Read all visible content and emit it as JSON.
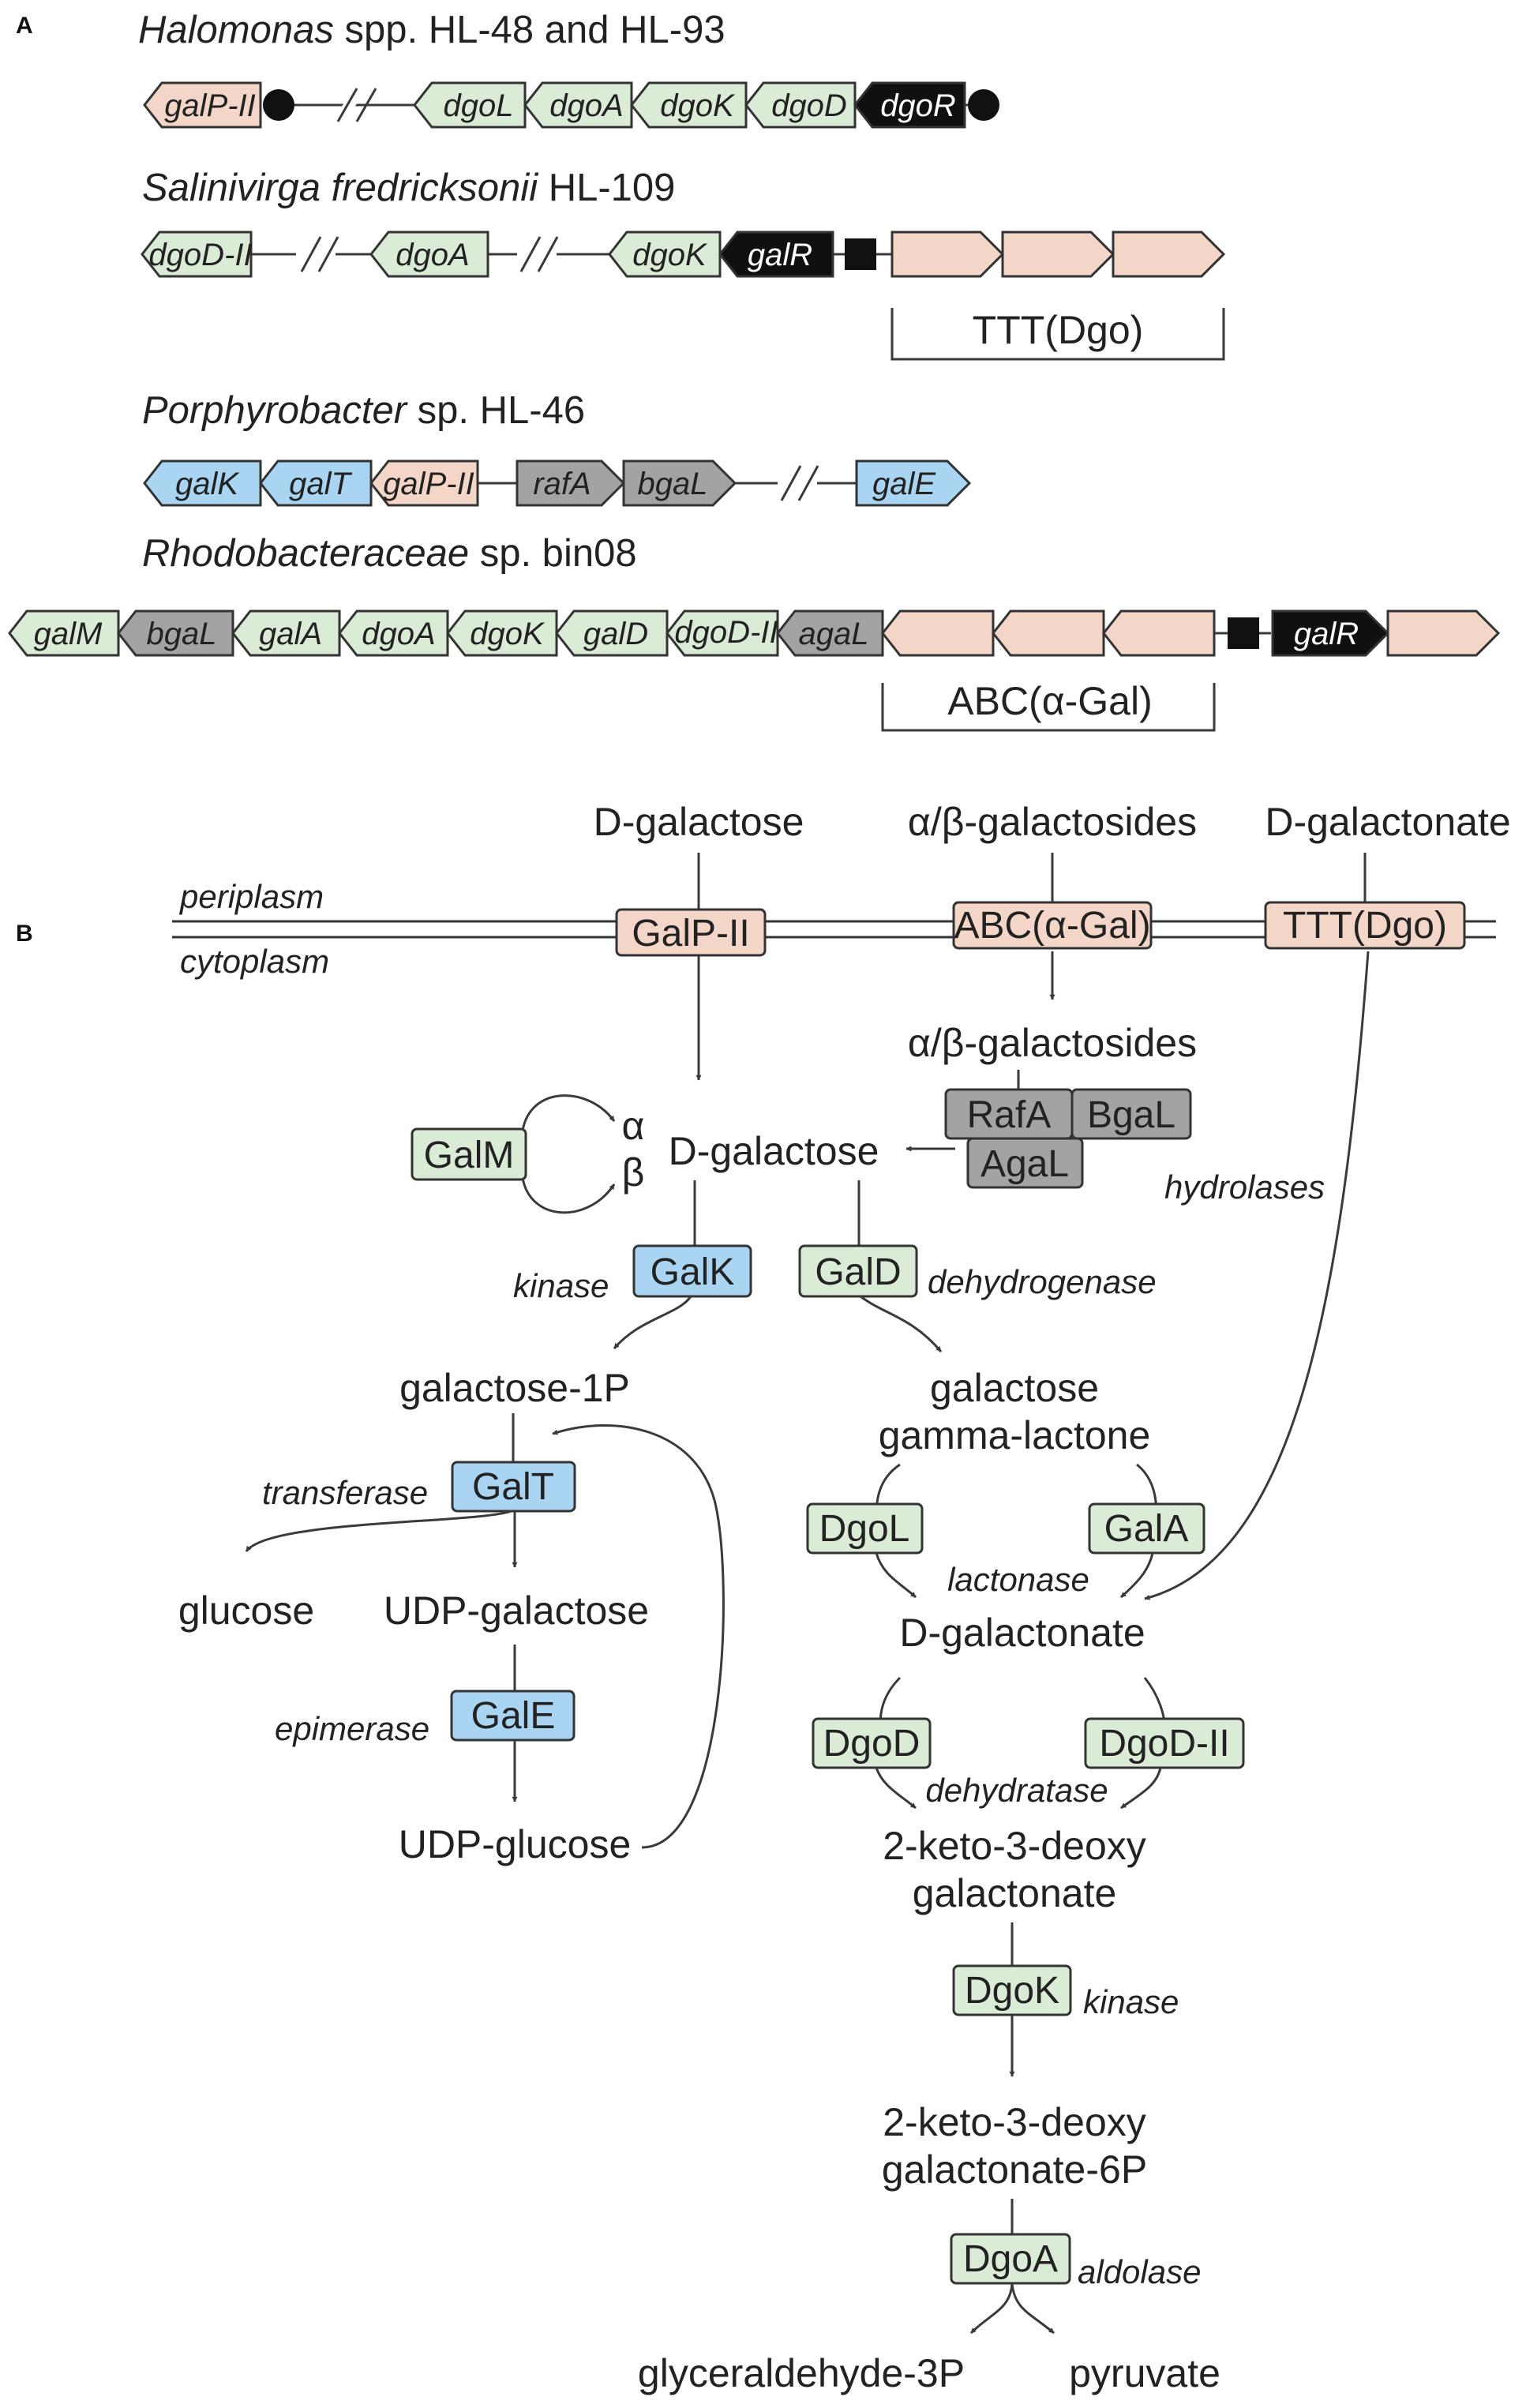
{
  "panels": {
    "a": "A",
    "b": "B"
  },
  "colors": {
    "green": "#dbecd6",
    "peach": "#f3d6c7",
    "blue": "#a9d4f2",
    "grey": "#a3a3a5",
    "black": "#101010",
    "line": "#3a3a3a"
  },
  "panel_a": {
    "organisms": [
      {
        "italic": "Halomonas",
        "rest": " spp. HL-48 and HL-93"
      },
      {
        "italic": "Salinivirga fredricksonii",
        "rest": " HL-109"
      },
      {
        "italic": "Porphyrobacter",
        "rest": " sp. HL-46"
      },
      {
        "italic": "Rhodobacteraceae",
        "rest": " sp. bin08"
      }
    ],
    "track1": [
      "galP-II",
      "dgoL",
      "dgoA",
      "dgoK",
      "dgoD",
      "dgoR"
    ],
    "track2": [
      "dgoD-II",
      "dgoA",
      "dgoK",
      "galR"
    ],
    "track3": [
      "galK",
      "galT",
      "galP-II",
      "rafA",
      "bgaL",
      "galE"
    ],
    "track4": [
      "galM",
      "bgaL",
      "galA",
      "dgoA",
      "dgoK",
      "galD",
      "dgoD-II",
      "agaL",
      "galR"
    ],
    "brackets": [
      "TTT(Dgo)",
      "ABC(α-Gal)"
    ]
  },
  "panel_b": {
    "membrane": {
      "outer": "periplasm",
      "inner": "cytoplasm"
    },
    "substrates": [
      "D-galactose",
      "α/β-galactosides",
      "D-galactonate"
    ],
    "transporters": [
      "GalP-II",
      "ABC(α-Gal)",
      "TTT(Dgo)"
    ],
    "metabolites": {
      "galactosides_in": "α/β-galactosides",
      "dgal": "D-galactose",
      "alpha": "α",
      "beta": "β",
      "gal1p": "galactose-1P",
      "lactone1": "galactose",
      "lactone2": "gamma-lactone",
      "glucose": "glucose",
      "udpgal": "UDP-galactose",
      "udpglc": "UDP-glucose",
      "dgalactonate": "D-galactonate",
      "kdg1": "2-keto-3-deoxy",
      "kdg2": "galactonate",
      "kdgp1": "2-keto-3-deoxy",
      "kdgp2": "galactonate-6P",
      "g3p": "glyceraldehyde-3P",
      "pyruvate": "pyruvate"
    },
    "enzymes": {
      "galm": "GalM",
      "rafa": "RafA",
      "bgal": "BgaL",
      "agal": "AgaL",
      "galk": "GalK",
      "gald": "GalD",
      "galt": "GalT",
      "gale": "GalE",
      "dgol": "DgoL",
      "gala": "GalA",
      "dgod": "DgoD",
      "dgod2": "DgoD-II",
      "dgok": "DgoK",
      "dgoa": "DgoA"
    },
    "annotations": {
      "hydrolases": "hydrolases",
      "kinase1": "kinase",
      "dehydrogenase": "dehydrogenase",
      "transferase": "transferase",
      "epimerase": "epimerase",
      "lactonase": "lactonase",
      "dehydratase": "dehydratase",
      "kinase2": "kinase",
      "aldolase": "aldolase"
    }
  }
}
